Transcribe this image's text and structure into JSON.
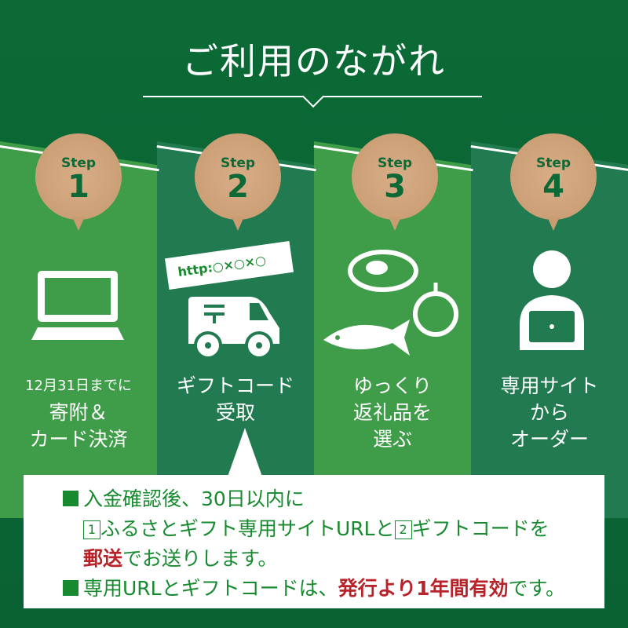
{
  "title": "ご利用のながれ",
  "colors": {
    "dark_green": "#0b6a36",
    "light_green": "#3f9c48",
    "mid_green": "#217a50",
    "badge": "#c99c72",
    "accent_red": "#b8232a",
    "text_green": "#178a2f"
  },
  "steps": [
    {
      "step": "Step",
      "number": "1",
      "icon": "laptop-icon",
      "label_lines": [
        "12月31日までに",
        "寄附＆",
        "カード決済"
      ]
    },
    {
      "step": "Step",
      "number": "2",
      "icon": "delivery-truck-icon",
      "url_banner": "http:○×○×○",
      "label_lines": [
        "ギフトコード",
        "受取"
      ]
    },
    {
      "step": "Step",
      "number": "3",
      "icon": "food-icons",
      "label_lines": [
        "ゆっくり",
        "返礼品を",
        "選ぶ"
      ]
    },
    {
      "step": "Step",
      "number": "4",
      "icon": "person-laptop-icon",
      "label_lines": [
        "専用サイト",
        "から",
        "オーダー"
      ]
    }
  ],
  "notice": {
    "line1": "入金確認後、30日以内に",
    "num1": "1",
    "line2a": "ふるさとギフト専用サイトURLと",
    "num2": "2",
    "line2b": "ギフトコードを",
    "line3_red": "郵送",
    "line3": "でお送りします。",
    "line4a": "専用URLとギフトコードは、",
    "line4_red": "発行より1年間有効",
    "line4b": "です。"
  }
}
